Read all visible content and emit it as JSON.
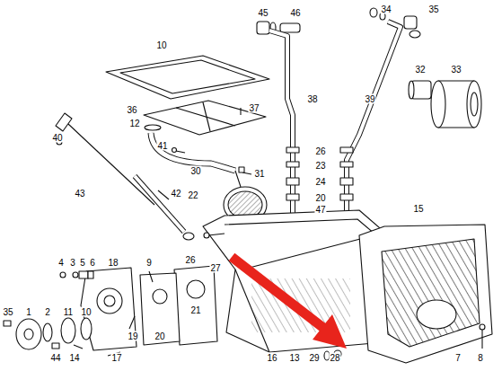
{
  "diagram": {
    "labels": [
      "34",
      "35",
      "45",
      "46",
      "10",
      "32",
      "33",
      "38",
      "39",
      "37",
      "36",
      "12",
      "40",
      "41",
      "26",
      "23",
      "30",
      "31",
      "24",
      "43",
      "42",
      "22",
      "20",
      "47",
      "15",
      "26",
      "27",
      "4",
      "3",
      "5",
      "6",
      "18",
      "9",
      "21",
      "35",
      "1",
      "2",
      "11",
      "10",
      "19",
      "20",
      "44",
      "14",
      "17",
      "16",
      "13",
      "29",
      "28",
      "7",
      "8"
    ]
  }
}
